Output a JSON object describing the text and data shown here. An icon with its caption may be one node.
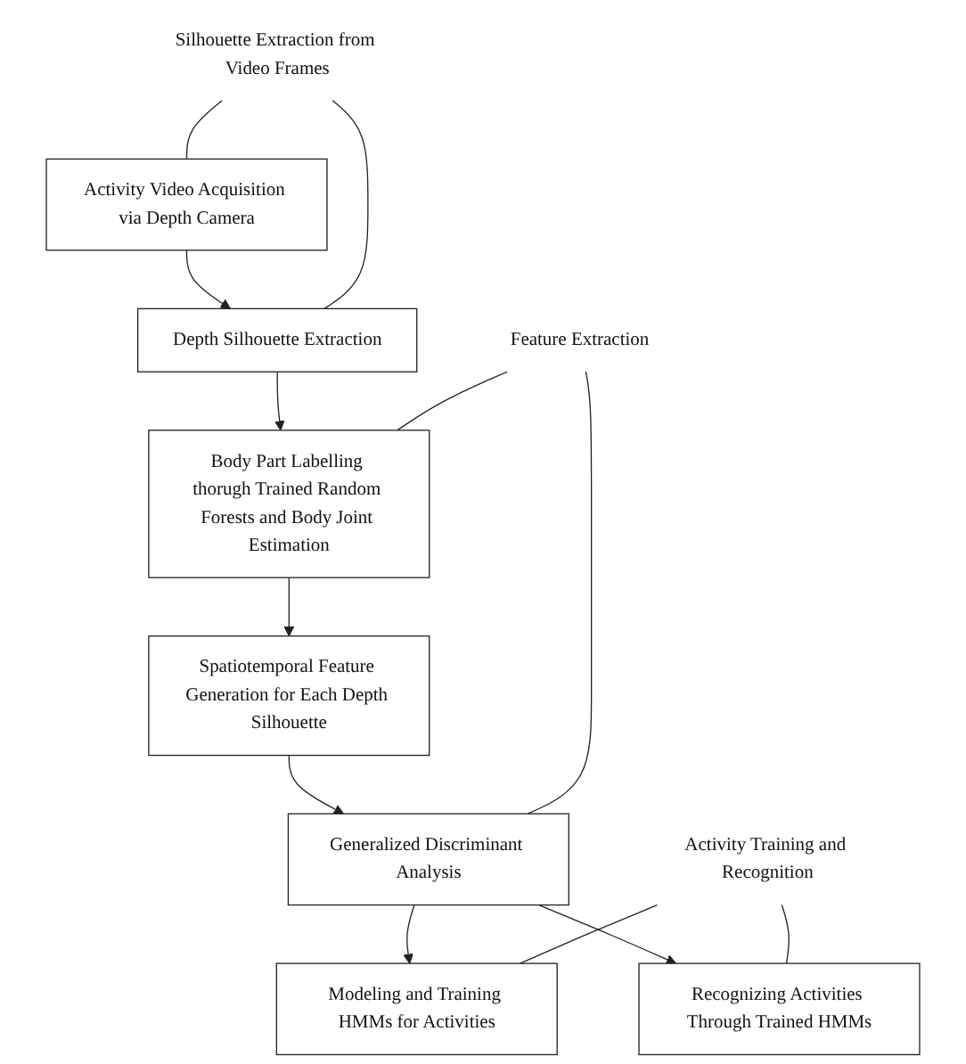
{
  "diagram": {
    "nodes": [
      {
        "text": [
          "Activity Video Acquisition via Depth Camera"
        ]
      },
      {
        "text": [
          "Depth Silhouette Extraction"
        ]
      },
      {
        "text": [
          "Body Part Labelling thorugh Trained Random Forests and Body Joint Estimation"
        ]
      },
      {
        "text": [
          "Spatiotemporal Feature Generation for Each Depth Silhouette"
        ]
      },
      {
        "text": [
          "Generalized Discriminant Analysis"
        ]
      },
      {
        "text": [
          "Modeling and Training HMMs for Activities"
        ]
      },
      {
        "text": [
          "Recognizing Activities Through Trained HMMs"
        ]
      },
      {
        "text": [
          "Silhouette Extraction from Video Frames"
        ]
      },
      {
        "text": [
          "Feature Extraction"
        ]
      },
      {
        "text": [
          "Activity Training and Recognition"
        ]
      }
    ],
    "edges": [
      {
        "from": 0,
        "to": 1,
        "arrow": "to"
      },
      {
        "from": 1,
        "to": 2,
        "arrow": "to"
      },
      {
        "from": 2,
        "to": 3,
        "arrow": "to"
      },
      {
        "from": 3,
        "to": 4,
        "arrow": "to"
      },
      {
        "from": 4,
        "to": 5,
        "arrow": "to"
      },
      {
        "from": 4,
        "to": 6,
        "arrow": "to"
      },
      {
        "from": 7,
        "to": 0,
        "arrow": "none"
      },
      {
        "from": 7,
        "to": 1,
        "arrow": "none"
      },
      {
        "from": 8,
        "to": 2,
        "arrow": "none"
      },
      {
        "from": 8,
        "to": 4,
        "arrow": "none"
      },
      {
        "from": 9,
        "to": 5,
        "arrow": "none"
      },
      {
        "from": 9,
        "to": 6,
        "arrow": "none"
      }
    ]
  }
}
